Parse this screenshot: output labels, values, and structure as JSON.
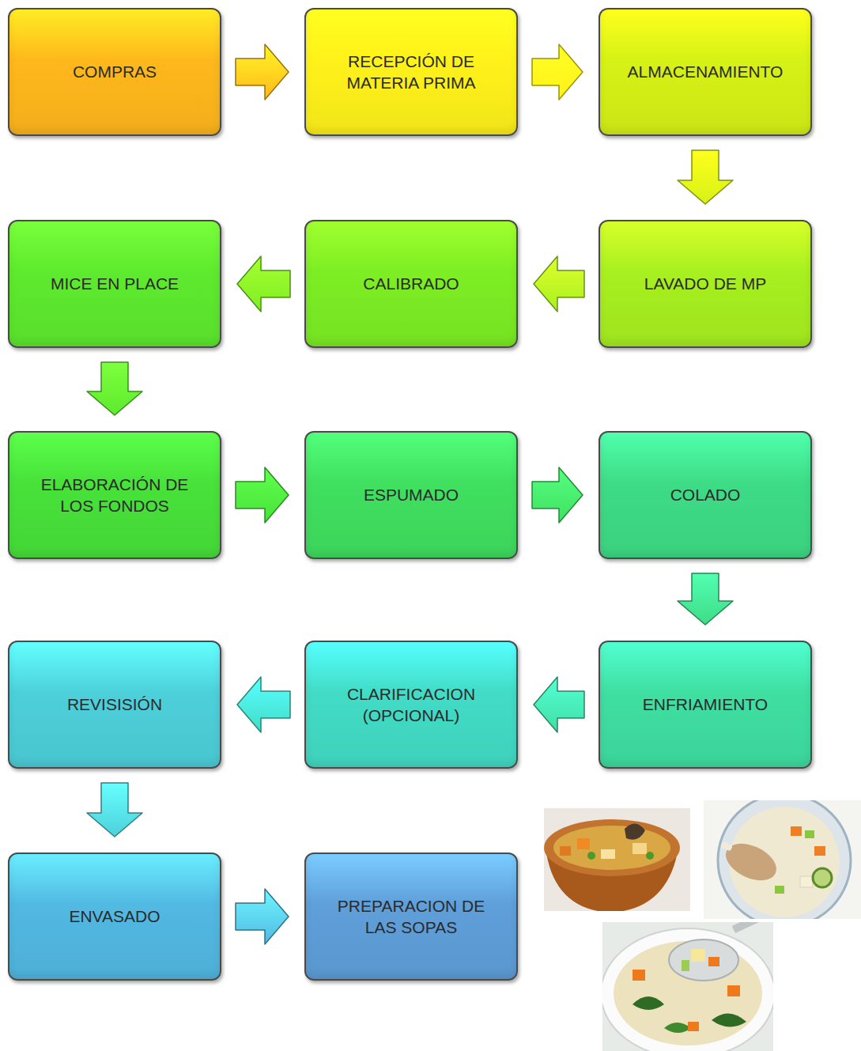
{
  "diagram": {
    "nodes": [
      {
        "text": [
          "COMPRAS"
        ]
      },
      {
        "text": [
          "RECEPCIÓN DE MATERIA PRIMA"
        ]
      },
      {
        "text": [
          "ALMACENAMIENTO"
        ]
      },
      {
        "text": [
          "LAVADO DE MP"
        ]
      },
      {
        "text": [
          "CALIBRADO"
        ]
      },
      {
        "text": [
          "MICE EN PLACE"
        ]
      },
      {
        "text": [
          "ELABORACIÓN DE LOS FONDOS"
        ]
      },
      {
        "text": [
          "ESPUMADO"
        ]
      },
      {
        "text": [
          "COLADO"
        ]
      },
      {
        "text": [
          "ENFRIAMIENTO"
        ]
      },
      {
        "text": [
          "CLARIFICACION (OPCIONAL)"
        ]
      },
      {
        "text": [
          "REVISISIÓN"
        ]
      },
      {
        "text": [
          "ENVASADO"
        ]
      },
      {
        "text": [
          "PREPARACION DE LAS SOPAS"
        ]
      }
    ],
    "edges": [
      {
        "from": 0,
        "to": 1,
        "arrow": "to"
      },
      {
        "from": 1,
        "to": 2,
        "arrow": "to"
      },
      {
        "from": 2,
        "to": 3,
        "arrow": "to"
      },
      {
        "from": 3,
        "to": 4,
        "arrow": "to"
      },
      {
        "from": 4,
        "to": 5,
        "arrow": "to"
      },
      {
        "from": 5,
        "to": 6,
        "arrow": "to"
      },
      {
        "from": 6,
        "to": 7,
        "arrow": "to"
      },
      {
        "from": 7,
        "to": 8,
        "arrow": "to"
      },
      {
        "from": 8,
        "to": 9,
        "arrow": "to"
      },
      {
        "from": 9,
        "to": 10,
        "arrow": "to"
      },
      {
        "from": 10,
        "to": 11,
        "arrow": "to"
      },
      {
        "from": 11,
        "to": 12,
        "arrow": "to"
      },
      {
        "from": 12,
        "to": 13,
        "arrow": "to"
      }
    ]
  }
}
